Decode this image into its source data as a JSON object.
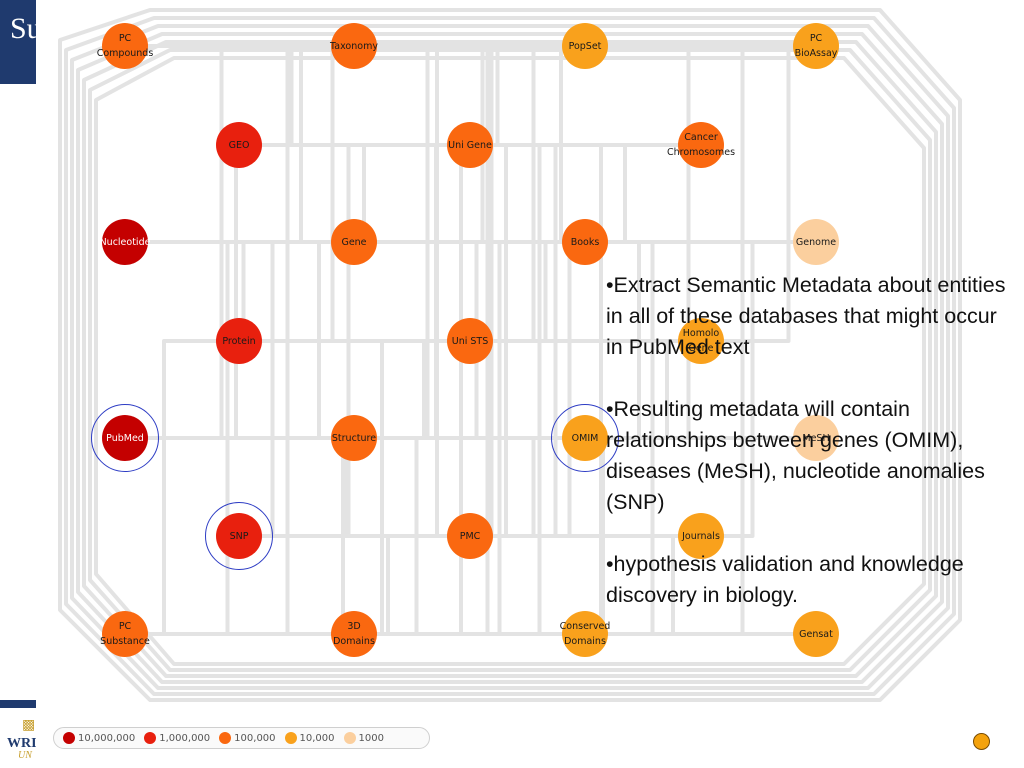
{
  "slide": {
    "title_fragment": "Su"
  },
  "colors": {
    "c10m": "#c40000",
    "c1m": "#e8200e",
    "c100k": "#fa6810",
    "c10k": "#f9a11c",
    "c1k": "#fbcf9e",
    "edge": "#e3e3e3",
    "ring": "#2d3cc4"
  },
  "network": {
    "nodes": [
      {
        "id": "pc_compounds",
        "label": "PC\nCompounds",
        "color": "#fa6810"
      },
      {
        "id": "taxonomy",
        "label": "Taxonomy",
        "color": "#fa6810"
      },
      {
        "id": "popset",
        "label": "PopSet",
        "color": "#f9a11c"
      },
      {
        "id": "pc_bioassay",
        "label": "PC\nBioAssay",
        "color": "#f9a11c"
      },
      {
        "id": "geo",
        "label": "GEO",
        "color": "#e8200e"
      },
      {
        "id": "unigene",
        "label": "Uni Gene",
        "color": "#fa6810"
      },
      {
        "id": "cancer_chromosomes",
        "label": "Cancer\nChromosomes",
        "color": "#fa6810"
      },
      {
        "id": "nucleotide",
        "label": "Nucleotide",
        "color": "#c40000",
        "light": true
      },
      {
        "id": "gene",
        "label": "Gene",
        "color": "#fa6810"
      },
      {
        "id": "books",
        "label": "Books",
        "color": "#fa6810"
      },
      {
        "id": "genome",
        "label": "Genome",
        "color": "#fbcf9e"
      },
      {
        "id": "protein",
        "label": "Protein",
        "color": "#e8200e"
      },
      {
        "id": "unists",
        "label": "Uni STS",
        "color": "#fa6810"
      },
      {
        "id": "homologene",
        "label": "Homolo\nGene",
        "color": "#f9a11c"
      },
      {
        "id": "pubmed",
        "label": "PubMed",
        "color": "#c40000",
        "light": true
      },
      {
        "id": "structure",
        "label": "Structure",
        "color": "#fa6810"
      },
      {
        "id": "omim",
        "label": "OMIM",
        "color": "#f9a11c"
      },
      {
        "id": "mesh",
        "label": "MeSH",
        "color": "#fbcf9e"
      },
      {
        "id": "snp",
        "label": "SNP",
        "color": "#e8200e"
      },
      {
        "id": "pmc",
        "label": "PMC",
        "color": "#fa6810"
      },
      {
        "id": "journals",
        "label": "Journals",
        "color": "#f9a11c"
      },
      {
        "id": "pc_substance",
        "label": "PC\nSubstance",
        "color": "#fa6810"
      },
      {
        "id": "domains_3d",
        "label": "3D\nDomains",
        "color": "#fa6810"
      },
      {
        "id": "conserved_domains",
        "label": "Conserved\nDomains",
        "color": "#f9a11c"
      },
      {
        "id": "gensat",
        "label": "Gensat",
        "color": "#f9a11c"
      }
    ],
    "highlighted": [
      "pubmed",
      "snp",
      "omim"
    ]
  },
  "bullets": [
    "•Extract Semantic Metadata about entities in all of these databases that might occur in PubMed text",
    "•Resulting metadata will contain relationships between genes (OMIM), diseases (MeSH), nucleotide anomalies (SNP)",
    "•hypothesis validation and knowledge discovery in biology."
  ],
  "legend": [
    {
      "label": "10,000,000",
      "color": "#c40000"
    },
    {
      "label": "1,000,000",
      "color": "#e8200e"
    },
    {
      "label": "100,000",
      "color": "#fa6810"
    },
    {
      "label": "10,000",
      "color": "#f9a11c"
    },
    {
      "label": "1000",
      "color": "#fbcf9e"
    }
  ],
  "logo": {
    "word": "WRI",
    "sub": "UN"
  }
}
